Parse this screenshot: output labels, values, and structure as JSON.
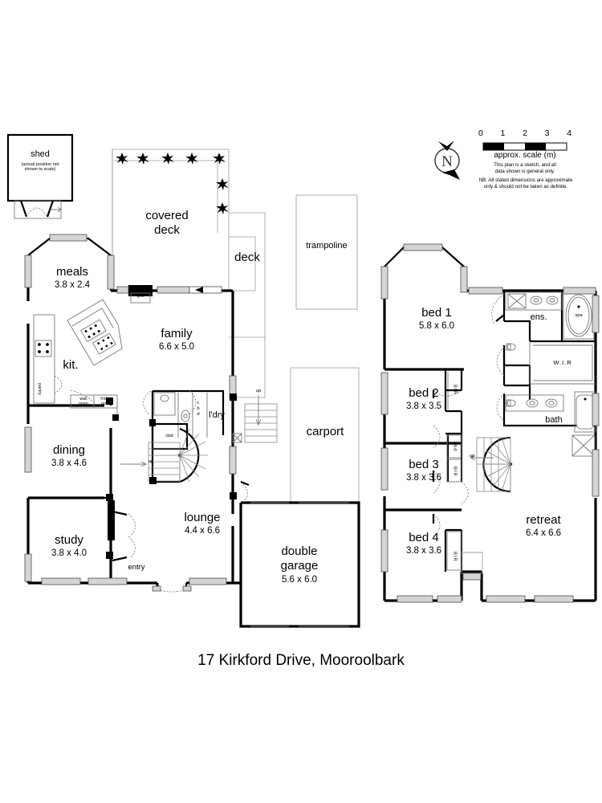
{
  "document": {
    "title": "17 Kirkford Drive, Mooroolbark",
    "type": "floor-plan-sketch"
  },
  "scale": {
    "ticks": [
      "0",
      "1",
      "2",
      "3",
      "4"
    ],
    "caption": "approx. scale (m)",
    "note_line1": "This plan is a sketch,  and all",
    "note_line2": "data shown is general only.",
    "note_line3": "NB: All stated dimensions are approximate",
    "note_line4": "only & should not be taken as definite.",
    "compass_letter": "N"
  },
  "shed": {
    "label": "shed",
    "note_line1": "(actual position not",
    "note_line2": "shown to scale)"
  },
  "ground_floor": {
    "rooms": [
      {
        "name": "meals",
        "dim": "3.8 x 2.4"
      },
      {
        "name": "kit.",
        "dim": ""
      },
      {
        "name": "dining",
        "dim": "3.8 x 4.6"
      },
      {
        "name": "study",
        "dim": "3.8 x 4.0"
      },
      {
        "name": "family",
        "dim": "6.6 x 5.0"
      },
      {
        "name": "lounge",
        "dim": "4.4 x 6.6"
      },
      {
        "name": "double\ngarage",
        "dim": "5.6 x 6.0"
      }
    ],
    "labels": {
      "meals": "meals",
      "meals_dim": "3.8 x 2.4",
      "kitchen": "kit.",
      "dining": "dining",
      "dining_dim": "3.8 x 4.6",
      "study": "study",
      "study_dim": "3.8 x 4.0",
      "family": "family",
      "family_dim": "6.6 x 5.0",
      "lounge": "lounge",
      "lounge_dim": "4.4 x 6.6",
      "garage_line1": "double",
      "garage_line2": "garage",
      "garage_dim": "5.6 x 6.0",
      "carport": "carport",
      "covered_deck_line1": "covered",
      "covered_deck_line2": "deck",
      "deck": "deck",
      "trampoline": "trampoline",
      "entry": "entry",
      "laundry": "l'dry",
      "pantry": "pantry",
      "wall_oven_line1": "wall",
      "wall_oven_line2": "oven",
      "fridge_line1": "fridge",
      "fridge_line2": "posn",
      "grill": "grill",
      "cupboard_main": "cbd",
      "cupboard_small_line1": "c",
      "cupboard_small_line2": "b",
      "cupboard_small_line3": "d",
      "stair_up_1": "up",
      "stair_up_2": "up"
    }
  },
  "first_floor": {
    "labels": {
      "bed1": "bed 1",
      "bed1_dim": "5.8 x 6.0",
      "bed2": "bed 2",
      "bed2_dim": "3.8 x 3.5",
      "bed3": "bed 3",
      "bed3_dim": "3.8 x 3.6",
      "bed4": "bed 4",
      "bed4_dim": "3.8 x 3.6",
      "retreat": "retreat",
      "retreat_dim": "6.4 x 6.6",
      "ensuite": "ens.",
      "spa": "spa",
      "wir": "W.I.R",
      "bath": "bath",
      "bir_1": "BIR",
      "bir_2": "BIR",
      "bir_3": "BIR",
      "bir_4": "BIR",
      "cbd_1": "cbd",
      "cbd_2": "cbd",
      "stair_up": "up"
    }
  },
  "colors": {
    "wall": "#000000",
    "thin_wall": "#555555",
    "window_fill": "#d8d8d8",
    "light_outline": "#9a9a9a",
    "paper": "#ffffff"
  }
}
